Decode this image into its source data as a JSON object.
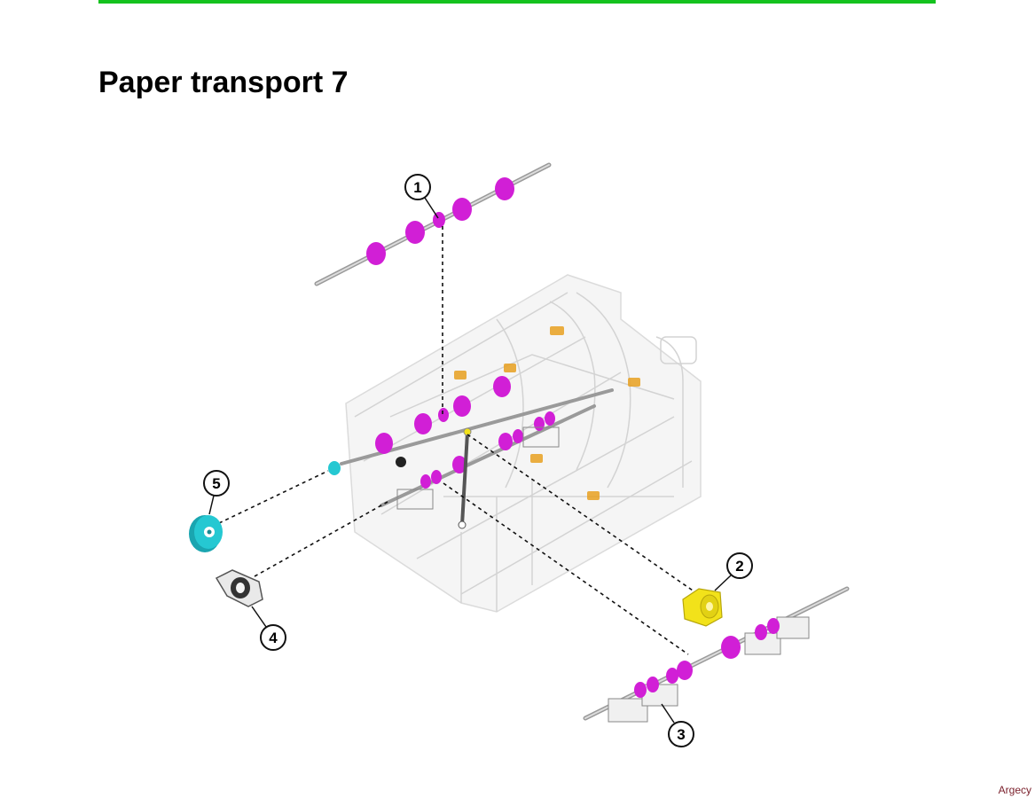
{
  "page": {
    "title": "Paper transport 7",
    "watermark": "Argecy"
  },
  "colors": {
    "accent_rule": "#14c21e",
    "roller": "#d11fd6",
    "clutch": "#f2e21a",
    "gear": "#25c8d2",
    "bracket": "#555555",
    "frame": "#cfcfcf"
  },
  "diagram": {
    "callouts": [
      {
        "label": "1",
        "part": "roller-shaft-top"
      },
      {
        "label": "2",
        "part": "clutch"
      },
      {
        "label": "3",
        "part": "roller-shaft-bottom"
      },
      {
        "label": "4",
        "part": "bearing-bracket"
      },
      {
        "label": "5",
        "part": "gear"
      }
    ]
  }
}
